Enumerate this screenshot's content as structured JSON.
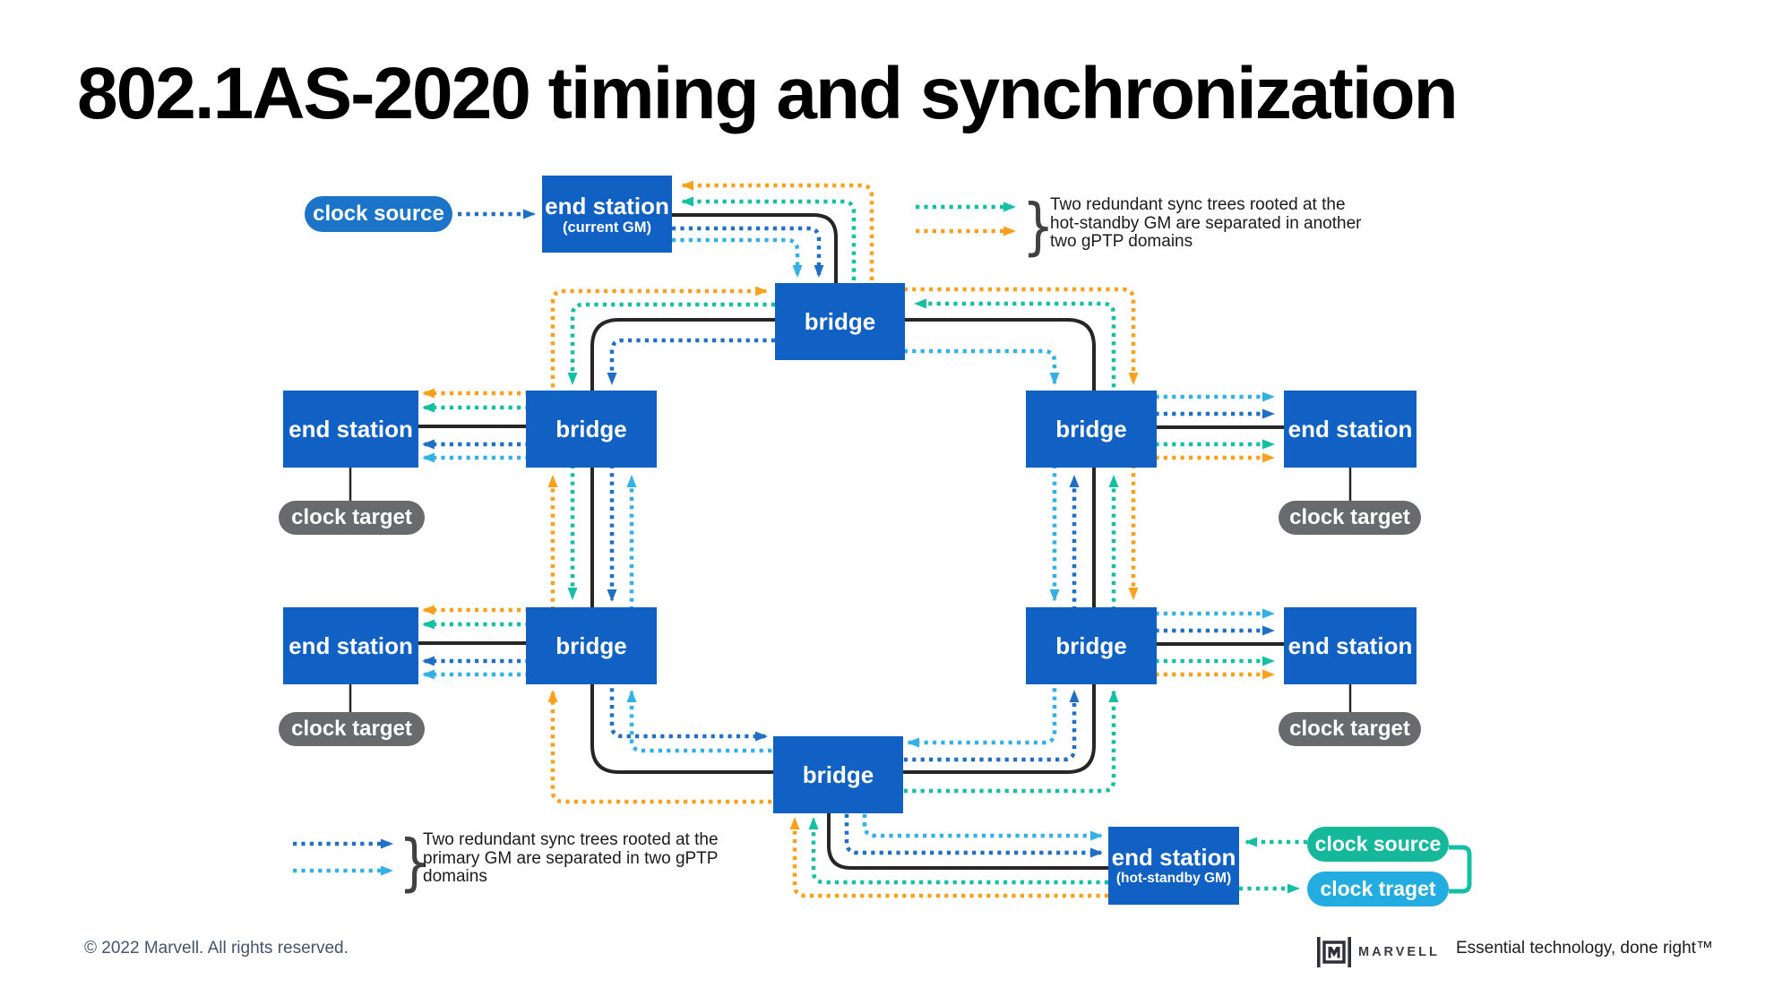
{
  "title": "802.1AS-2020 timing and synchronization",
  "colors": {
    "boxBlue": "#1161C5",
    "pillBlue": "#1B74C8",
    "grayPill": "#696A6E",
    "tealPill": "#16B89B",
    "cyanPill": "#23ACDF",
    "orange": "#F9A01C",
    "teal": "#15BFA3",
    "darkBlue": "#1F6FC4",
    "cyan": "#33B1E4",
    "line": "#262626"
  },
  "nodes": {
    "clock_source_left_label": "clock source",
    "end_station_gm_label": "end station",
    "end_station_gm_sublabel": "(current GM)",
    "bridge_label": "bridge",
    "end_station_label": "end station",
    "clock_target_label": "clock target",
    "end_station_hs_label": "end station",
    "end_station_hs_sublabel": "(hot-standby GM)",
    "clock_source_hs_label": "clock source",
    "clock_traget_hs_label": "clock traget"
  },
  "legends": {
    "hot_standby": {
      "brace": "}",
      "lines": [
        "Two redundant sync trees rooted at the",
        "hot-standby GM are separated in another",
        "two gPTP domains"
      ],
      "arrow_colors": [
        "teal",
        "orange"
      ]
    },
    "primary": {
      "brace": "}",
      "lines": [
        "Two redundant sync trees rooted at the",
        "primary GM are separated in two gPTP",
        "domains"
      ],
      "arrow_colors": [
        "darkBlue",
        "cyan"
      ]
    }
  },
  "footer": {
    "copyright": "© 2022 Marvell. All rights reserved.",
    "brand": "MARVELL",
    "tagline": "Essential technology, done right™"
  }
}
